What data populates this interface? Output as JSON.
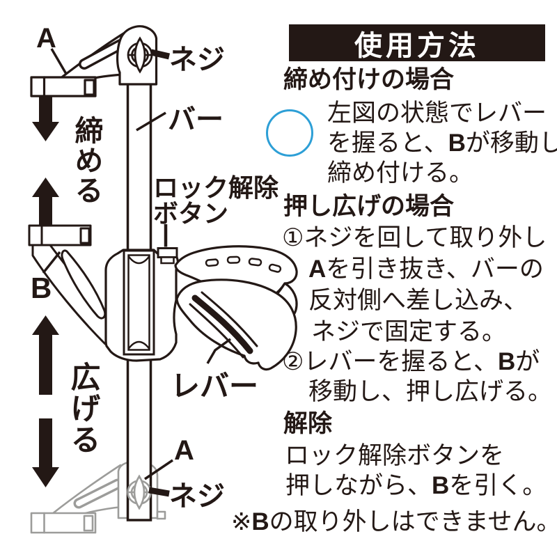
{
  "header": {
    "title": "使用方法"
  },
  "diagram": {
    "labels": {
      "top_a": "A",
      "top_screw": "ネジ",
      "bar": "バー",
      "lock_button_line1": "ロック解除",
      "lock_button_line2": "ボタン",
      "jaw_b": "B",
      "lever": "レバー",
      "bottom_a": "A",
      "bottom_screw": "ネジ",
      "tighten": "締める",
      "spread": "広げる"
    },
    "colors": {
      "ink": "#231815",
      "ghost_gray": "#9c9c9a",
      "circle_blue": "#2d9fd6"
    }
  },
  "instructions": {
    "tighten_heading": "締め付けの場合",
    "tighten_l1": "左図の状態でレバー",
    "tighten_l2a": "を握ると、",
    "tighten_l2b": "B",
    "tighten_l2c": "が移動し",
    "tighten_l3": "締め付ける。",
    "spread_heading": "押し広げの場合",
    "spread_l1": "①ネジを回して取り外し",
    "spread_l2a": "A",
    "spread_l2b": "を引き抜き、バーの",
    "spread_l3": "反対側へ差し込み、",
    "spread_l4": "ネジで固定する。",
    "spread_l5a": "②レバーを握ると、",
    "spread_l5b": "B",
    "spread_l5c": "が",
    "spread_l6": "移動し、押し広げる。",
    "release_heading": "解除",
    "release_l1": "ロック解除ボタンを",
    "release_l2a": "押しながら、",
    "release_l2b": "B",
    "release_l2c": "を引く。",
    "note_a": "※",
    "note_b": "B",
    "note_c": "の取り外しはできません。"
  }
}
